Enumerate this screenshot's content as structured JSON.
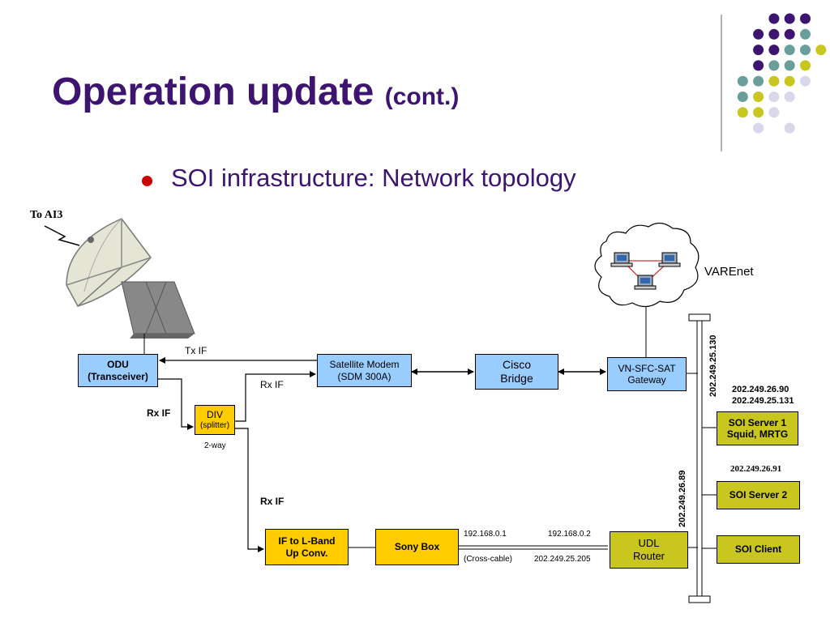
{
  "title": {
    "main": "Operation update",
    "sub": "(cont.)"
  },
  "bullet": "SOI infrastructure: Network topology",
  "dish_label": "To AI3",
  "cloud_label": "VAREnet",
  "boxes": {
    "odu": [
      "ODU",
      "(Transceiver)"
    ],
    "modem": [
      "Satellite Modem",
      "(SDM 300A)"
    ],
    "cisco": [
      "Cisco",
      "Bridge"
    ],
    "gateway": [
      "VN-SFC-SAT",
      "Gateway"
    ],
    "div": [
      "DIV",
      "(splitter)"
    ],
    "ifl": [
      "IF to L-Band",
      "Up Conv."
    ],
    "sony": "Sony Box",
    "udl": [
      "UDL",
      "Router"
    ],
    "server1": [
      "SOI Server 1",
      "Squid, MRTG"
    ],
    "server2": "SOI Server 2",
    "client": "SOI Client"
  },
  "labels": {
    "tx_if": "Tx IF",
    "rx_if_top": "Rx IF",
    "rx_if_left": "Rx IF",
    "rx_if_mid": "Rx IF",
    "two_way": "2-way",
    "ip_192_1": "192.168.0.1",
    "ip_192_2": "192.168.0.2",
    "cross_cable": "(Cross-cable)",
    "ip_udl": "202.249.25.205",
    "ip_vert_top": "202.249.25.130",
    "ip_vert_mid": "202.249.26.89",
    "ip_server1_a": "202.249.26.90",
    "ip_server1_b": "202.249.25.131",
    "ip_server2": "202.249.26.91"
  },
  "colors": {
    "title": "#3d1470",
    "bullet": "#cc0000",
    "blue_box": "#99ccff",
    "olive_box": "#c8c61f",
    "orange_box": "#ffcc00",
    "dot_purple": "#3d1470",
    "dot_teal": "#6a9e9b",
    "dot_olive": "#c8c61f",
    "dot_lavender": "#d8d8ea"
  }
}
